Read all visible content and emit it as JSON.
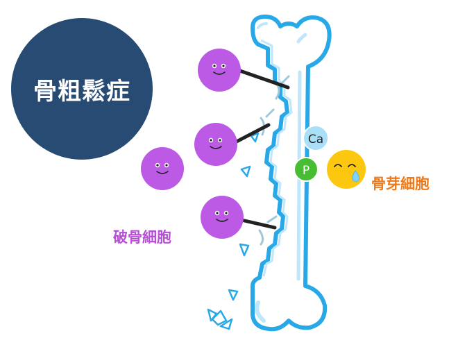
{
  "title": "骨粗鬆症",
  "labels": {
    "osteoclast": "破骨細胞",
    "osteoblast": "骨芽細胞"
  },
  "minerals": {
    "calcium": "Ca",
    "phosphorus": "P"
  },
  "colors": {
    "title_circle": "#284b74",
    "title_text": "#ffffff",
    "bone_outline": "#29a8e8",
    "bone_fill": "#ffffff",
    "osteoclast_cell": "#bc5ae6",
    "osteoclast_label": "#b54fd6",
    "osteoblast_cell": "#fbc80f",
    "osteoblast_label": "#f07a1a",
    "calcium_ion": "#a9dff7",
    "phosphorus_ion": "#46bd33"
  }
}
